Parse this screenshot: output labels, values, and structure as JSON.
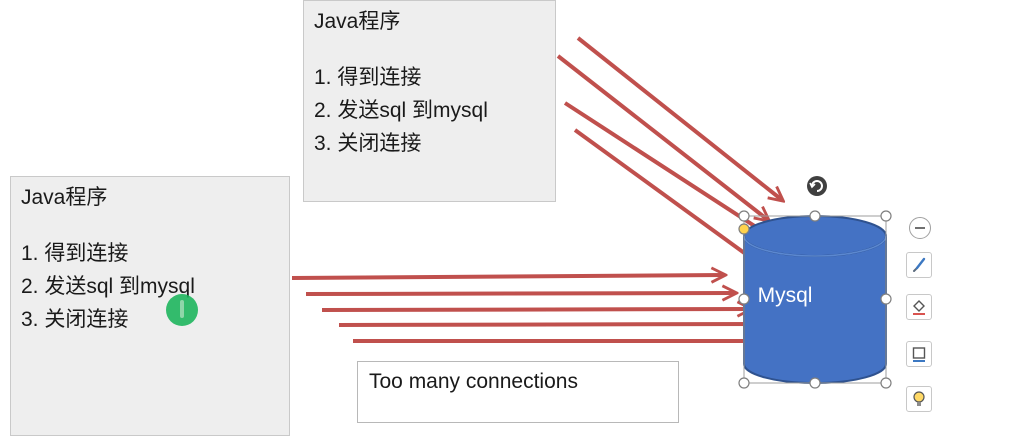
{
  "slide": {
    "box_top": {
      "title": "Java程序",
      "steps": [
        "1. 得到连接",
        "2. 发送sql 到mysql",
        "3. 关闭连接"
      ]
    },
    "box_left": {
      "title": "Java程序",
      "steps": [
        "1. 得到连接",
        "2. 发送sql 到mysql",
        "3. 关闭连接"
      ]
    },
    "error_box": {
      "text": "Too many connections"
    },
    "database": {
      "label": "Mysql",
      "fill": "#4472c4",
      "outline": "#2f528f"
    },
    "arrow_color": "#c0504d"
  },
  "side_toolbar": {
    "items": [
      {
        "icon": "collapse-minus-icon"
      },
      {
        "icon": "brush-icon"
      },
      {
        "icon": "fill-bucket-icon"
      },
      {
        "icon": "outline-icon"
      },
      {
        "icon": "lightbulb-icon"
      }
    ]
  }
}
